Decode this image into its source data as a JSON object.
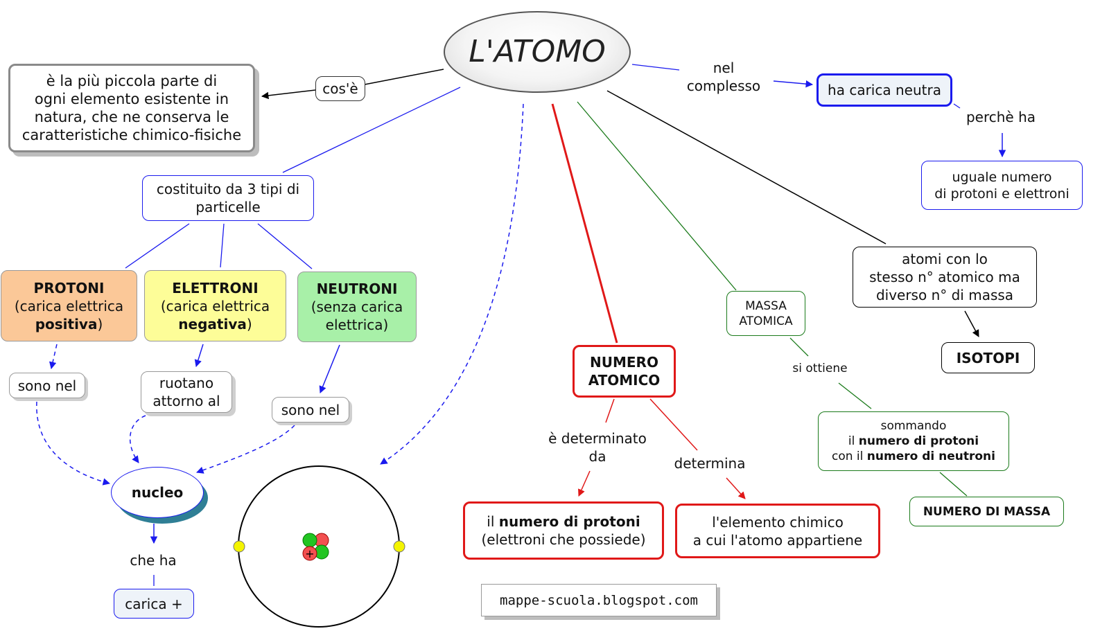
{
  "title": "L'ATOMO",
  "definition": {
    "link": "cos'è",
    "lines": [
      "è la più piccola parte di",
      "ogni elemento esistente in",
      "natura, che ne conserva le",
      "caratteristiche chimico-fisiche"
    ]
  },
  "neutral": {
    "link": [
      "nel",
      "complesso"
    ],
    "node": "ha carica neutra",
    "reason_link": "perchè ha",
    "reason": [
      "uguale numero",
      "di protoni e elettroni"
    ]
  },
  "particles": {
    "node": [
      "costituito da 3 tipi di",
      "particelle"
    ],
    "protoni": {
      "name": "PROTONI",
      "pre": "(carica elettrica",
      "strong": "positiva",
      "post": ")",
      "link": "sono nel"
    },
    "elettroni": {
      "name": "ELETTRONI",
      "pre": "(carica elettrica",
      "strong": "negativa",
      "post": ")",
      "link": [
        "ruotano",
        "attorno al"
      ]
    },
    "neutroni": {
      "name": "NEUTRONI",
      "lines": [
        "(senza carica",
        "elettrica)"
      ],
      "link": "sono nel"
    }
  },
  "nucleo": {
    "label": "nucleo",
    "link": "che ha",
    "charge": "carica +",
    "plus": "+"
  },
  "numero_atomico": {
    "label": [
      "NUMERO",
      "ATOMICO"
    ],
    "link_left": [
      "è determinato",
      "da"
    ],
    "left_pre": "il ",
    "left_strong": "numero di protoni",
    "left_sub": "(elettroni che possiede)",
    "link_right": "determina",
    "right": [
      "l'elemento chimico",
      "a cui l'atomo appartiene"
    ]
  },
  "massa": {
    "label": [
      "MASSA",
      "ATOMICA"
    ],
    "link": "si ottiene",
    "sum_line1": "sommando",
    "sum_pre2": "il ",
    "sum_strong2": "numero di protoni",
    "sum_pre3": "con il ",
    "sum_strong3": "numero di neutroni",
    "result": "NUMERO DI MASSA"
  },
  "isotopi": {
    "desc": [
      "atomi con lo",
      "stesso n° atomico ma",
      "diverso n° di massa"
    ],
    "label": "ISOTOPI"
  },
  "watermark": "mappe-scuola.blogspot.com",
  "colors": {
    "blue": "#1a1aee",
    "red": "#e01818",
    "green": "#1a7a1a",
    "protoni": "#fbc898",
    "elettroni": "#fdfd98",
    "neutroni": "#a8f0a8"
  }
}
